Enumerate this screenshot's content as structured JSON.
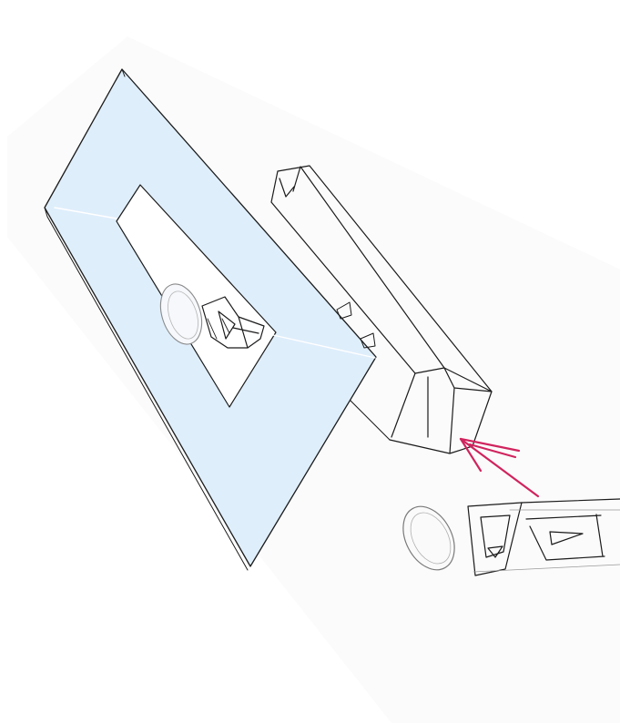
{
  "sketch": {
    "colors": {
      "background": "#ffffff",
      "paper": "#fbfbfb",
      "panel_fill": "#dfeefb",
      "opening_fill": "#ffffff",
      "ink": "#1b1b1b",
      "pencil": "#8a8a8a",
      "arrow": "#d0245e"
    },
    "elements": [
      "rotated-paper-sheet",
      "blue-panel-with-opening",
      "head-figure-through-opening",
      "rectangular-duct-box",
      "red-arrow",
      "head-figure-detail"
    ]
  }
}
